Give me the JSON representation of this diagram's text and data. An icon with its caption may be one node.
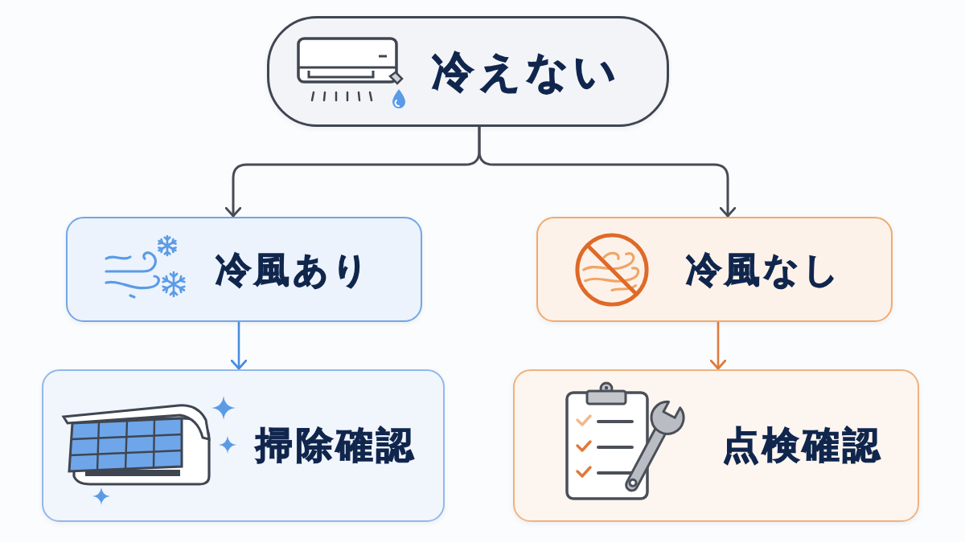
{
  "diagram": {
    "nodes": [
      {
        "text": [
          "冷えない"
        ]
      },
      {
        "text": [
          "冷風あり"
        ]
      },
      {
        "text": [
          "冷風なし"
        ]
      },
      {
        "text": [
          "掃除確認"
        ]
      },
      {
        "text": [
          "点検確認"
        ]
      }
    ],
    "edges": [
      {
        "from": 0,
        "to": 1,
        "arrow": "to"
      },
      {
        "from": 0,
        "to": 2,
        "arrow": "to"
      },
      {
        "from": 1,
        "to": 3,
        "arrow": "to",
        "color": "#4a8ee0"
      },
      {
        "from": 2,
        "to": 4,
        "arrow": "to",
        "color": "#e07a3a"
      }
    ]
  }
}
